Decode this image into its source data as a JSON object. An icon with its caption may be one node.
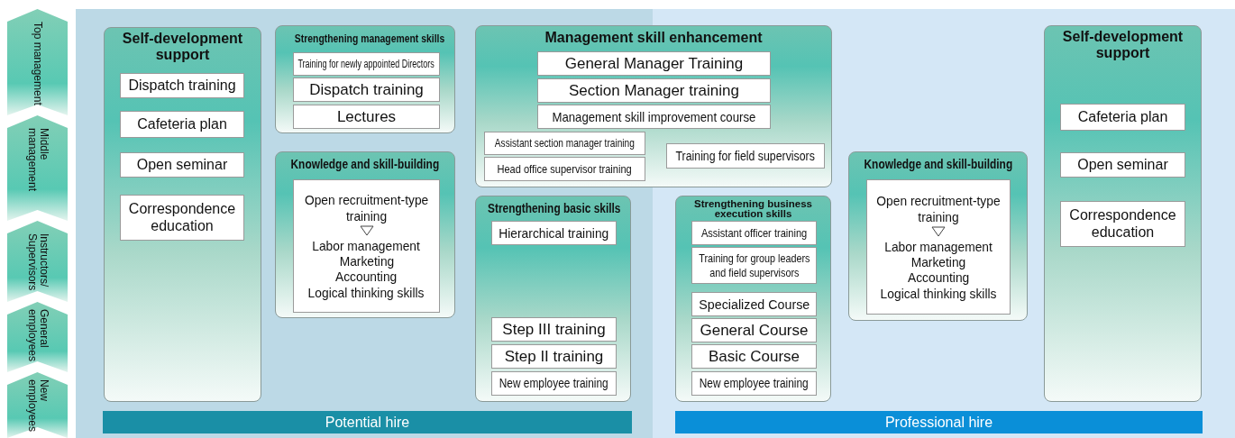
{
  "diagram": {
    "nodes": [
      {
        "text": [
          "Top management"
        ]
      },
      {
        "text": [
          "Middle management"
        ]
      },
      {
        "text": [
          "Instructors/ Supervisors"
        ]
      },
      {
        "text": [
          "General employees"
        ]
      },
      {
        "text": [
          "New employees"
        ]
      },
      {
        "text": [
          "Potential hire"
        ]
      },
      {
        "text": [
          "Self-development support"
        ]
      },
      {
        "text": [
          "Dispatch training"
        ],
        "in": 6
      },
      {
        "text": [
          "Cafeteria plan"
        ],
        "in": 6
      },
      {
        "text": [
          "Open seminar"
        ],
        "in": 6
      },
      {
        "text": [
          "Correspondence education"
        ],
        "in": 6
      },
      {
        "text": [
          "Strengthening management skills"
        ]
      },
      {
        "text": [
          "Training for newly appointed Directors"
        ],
        "in": 11
      },
      {
        "text": [
          "Dispatch training"
        ],
        "in": 11
      },
      {
        "text": [
          "Lectures"
        ],
        "in": 11
      },
      {
        "text": [
          "Knowledge and skill-building"
        ]
      },
      {
        "text": [
          "Open recruitment-type training",
          "Labor management",
          "Marketing",
          "Accounting",
          "Logical thinking skills"
        ],
        "in": 15
      },
      {
        "text": [
          "Management skill enhancement"
        ]
      },
      {
        "text": [
          "General Manager Training"
        ],
        "in": 17
      },
      {
        "text": [
          "Section Manager training"
        ],
        "in": 17
      },
      {
        "text": [
          "Management skill improvement course"
        ],
        "in": 17
      },
      {
        "text": [
          "Assistant section manager training"
        ],
        "in": 17
      },
      {
        "text": [
          "Head office supervisor training"
        ],
        "in": 17
      },
      {
        "text": [
          "Training for field supervisors"
        ],
        "in": 17
      },
      {
        "text": [
          "Strengthening basic skills"
        ]
      },
      {
        "text": [
          "Hierarchical training"
        ],
        "in": 24
      },
      {
        "text": [
          "Step III training"
        ],
        "in": 24
      },
      {
        "text": [
          "Step II training"
        ],
        "in": 24
      },
      {
        "text": [
          "New employee training"
        ],
        "in": 24
      },
      {
        "text": [
          "Strengthening business execution skills"
        ]
      },
      {
        "text": [
          "Assistant officer training"
        ],
        "in": 29
      },
      {
        "text": [
          "Training for group leaders and field supervisors"
        ],
        "in": 29
      },
      {
        "text": [
          "Specialized Course"
        ],
        "in": 29
      },
      {
        "text": [
          "General Course"
        ],
        "in": 29
      },
      {
        "text": [
          "Basic Course"
        ],
        "in": 29
      },
      {
        "text": [
          "New employee training"
        ],
        "in": 29
      },
      {
        "text": [
          "Knowledge and skill-building"
        ]
      },
      {
        "text": [
          "Open recruitment-type training",
          "Labor management",
          "Marketing",
          "Accounting",
          "Logical thinking skills"
        ],
        "in": 36
      },
      {
        "text": [
          "Self-development support"
        ]
      },
      {
        "text": [
          "Cafeteria plan"
        ],
        "in": 38
      },
      {
        "text": [
          "Open seminar"
        ],
        "in": 38
      },
      {
        "text": [
          "Correspondence education"
        ],
        "in": 38
      },
      {
        "text": [
          "Professional hire"
        ]
      }
    ]
  }
}
